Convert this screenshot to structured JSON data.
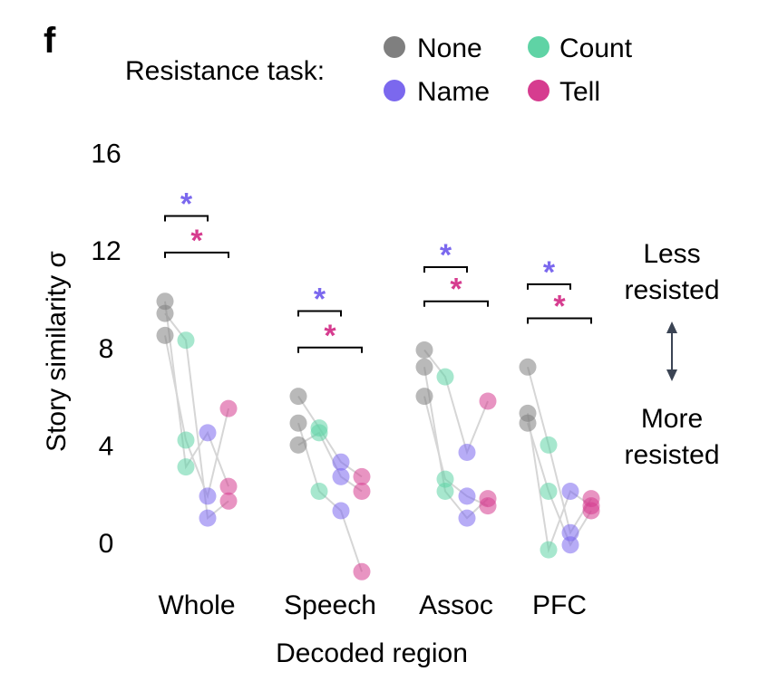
{
  "panel_label": "f",
  "chart_data": {
    "type": "scatter",
    "legend": {
      "title": "Resistance task:",
      "placement": "top",
      "entries": [
        {
          "name": "None",
          "color": "#7f7f7f"
        },
        {
          "name": "Count",
          "color": "#5fd3a5"
        },
        {
          "name": "Name",
          "color": "#7b68ee"
        },
        {
          "name": "Tell",
          "color": "#d63c8f"
        }
      ]
    },
    "xlabel": "Decoded region",
    "ylabel": "Story similarity σ",
    "ylim": [
      -1.5,
      16
    ],
    "yticks": [
      "0",
      "4",
      "8",
      "12",
      "16"
    ],
    "categories": [
      "Whole",
      "Speech",
      "Assoc",
      "PFC"
    ],
    "conditions": [
      "None",
      "Count",
      "Name",
      "Tell"
    ],
    "subjects": [
      {
        "values": {
          "Whole": [
            9.9,
            3.1,
            4.5,
            2.3
          ],
          "Speech": [
            6.0,
            4.7,
            3.3,
            2.7
          ],
          "Assoc": [
            7.9,
            6.8,
            3.7,
            5.8
          ],
          "PFC": [
            7.2,
            4.0,
            0.4,
            1.8
          ]
        }
      },
      {
        "values": {
          "Whole": [
            9.4,
            8.3,
            1.0,
            1.7
          ],
          "Speech": [
            4.0,
            4.5,
            2.7,
            2.1
          ],
          "Assoc": [
            6.0,
            2.6,
            1.9,
            1.5
          ],
          "PFC": [
            4.9,
            2.1,
            -0.1,
            1.3
          ]
        }
      },
      {
        "values": {
          "Whole": [
            8.5,
            4.2,
            1.9,
            5.5
          ],
          "Speech": [
            4.9,
            2.1,
            1.3,
            -1.2
          ],
          "Assoc": [
            7.2,
            2.1,
            1.0,
            1.8
          ],
          "PFC": [
            5.3,
            -0.3,
            2.1,
            1.5
          ]
        }
      }
    ],
    "significance": [
      {
        "category": "Whole",
        "comparisons": [
          {
            "vs": "Name",
            "mark": "*",
            "y": 13.4
          },
          {
            "vs": "Tell",
            "mark": "*",
            "y": 11.9
          }
        ]
      },
      {
        "category": "Speech",
        "comparisons": [
          {
            "vs": "Name",
            "mark": "*",
            "y": 9.5
          },
          {
            "vs": "Tell",
            "mark": "*",
            "y": 8.0
          }
        ]
      },
      {
        "category": "Assoc",
        "comparisons": [
          {
            "vs": "Name",
            "mark": "*",
            "y": 11.3
          },
          {
            "vs": "Tell",
            "mark": "*",
            "y": 9.9
          }
        ]
      },
      {
        "category": "PFC",
        "comparisons": [
          {
            "vs": "Name",
            "mark": "*",
            "y": 10.6
          },
          {
            "vs": "Tell",
            "mark": "*",
            "y": 9.2
          }
        ]
      }
    ],
    "side_annotations": {
      "top": [
        "Less",
        "resisted"
      ],
      "bottom": [
        "More",
        "resisted"
      ]
    },
    "line_color": "#d6d6d6",
    "grid": false
  }
}
